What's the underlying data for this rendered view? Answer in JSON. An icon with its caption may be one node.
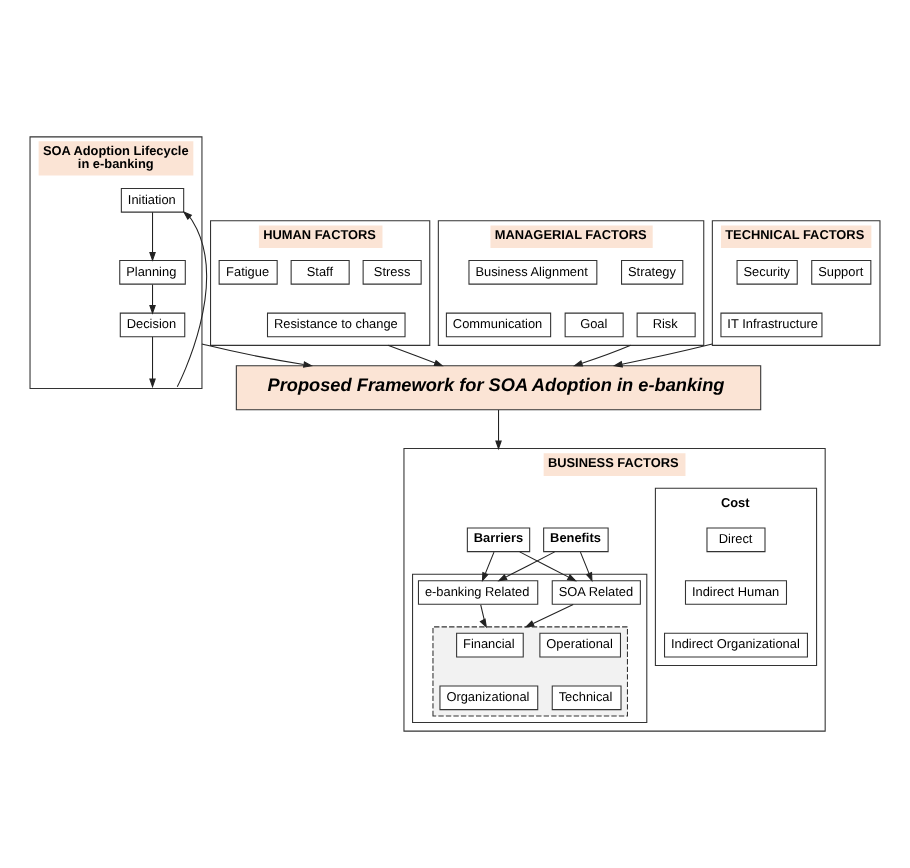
{
  "diagram": {
    "nodes": [
      {
        "text": [
          "HUMAN FACTORS"
        ]
      },
      {
        "text": [
          "Fatigue"
        ],
        "in": 0
      },
      {
        "text": [
          "Staff"
        ],
        "in": 0
      },
      {
        "text": [
          "Stress"
        ],
        "in": 0
      },
      {
        "text": [
          "Resistance to change"
        ],
        "in": 0
      },
      {
        "text": [
          "MANAGERIAL FACTORS"
        ]
      },
      {
        "text": [
          "Business Alignment"
        ],
        "in": 5
      },
      {
        "text": [
          "Strategy"
        ],
        "in": 5
      },
      {
        "text": [
          "Communication"
        ],
        "in": 5
      },
      {
        "text": [
          "Goal"
        ],
        "in": 5
      },
      {
        "text": [
          "Risk"
        ],
        "in": 5
      },
      {
        "text": [
          "TECHNICAL FACTORS"
        ]
      },
      {
        "text": [
          "Security"
        ],
        "in": 11
      },
      {
        "text": [
          "Support"
        ],
        "in": 11
      },
      {
        "text": [
          "IT Infrastructure"
        ],
        "in": 11
      },
      {
        "text": [
          "SOA Adoption Lifecycle in e-banking"
        ]
      },
      {
        "text": [
          "Initiation"
        ],
        "in": 15
      },
      {
        "text": [
          "Planning"
        ],
        "in": 15
      },
      {
        "text": [
          "Decision"
        ],
        "in": 15
      },
      {
        "text": [
          "Proposed Framework for SOA Adoption in e-banking"
        ]
      },
      {
        "text": [
          "BUSINESS FACTORS"
        ]
      },
      {
        "text": [
          "Barriers"
        ],
        "in": 20
      },
      {
        "text": [
          "Benefits"
        ],
        "in": 20
      },
      {
        "text": [],
        "shape": "box",
        "in": 20
      },
      {
        "text": [
          "e-banking Related"
        ],
        "in": 23
      },
      {
        "text": [
          "SOA Related"
        ],
        "in": 23
      },
      {
        "text": [],
        "shape": "box",
        "in": 23
      },
      {
        "text": [
          "Financial"
        ],
        "in": 26
      },
      {
        "text": [
          "Operational"
        ],
        "in": 26
      },
      {
        "text": [
          "Organizational"
        ],
        "in": 26
      },
      {
        "text": [
          "Technical"
        ],
        "in": 26
      },
      {
        "text": [
          "Cost"
        ],
        "in": 20
      },
      {
        "text": [
          "Direct"
        ],
        "in": 31
      },
      {
        "text": [
          "Indirect Human"
        ],
        "in": 31
      },
      {
        "text": [
          "Indirect Organizational"
        ],
        "in": 31
      }
    ],
    "edges": [
      {
        "from": 0,
        "to": 19,
        "arrow": "to"
      },
      {
        "from": 5,
        "to": 19,
        "arrow": "to"
      },
      {
        "from": 11,
        "to": 19,
        "arrow": "to"
      },
      {
        "from": 15,
        "to": 19,
        "arrow": "to"
      },
      {
        "from": 15,
        "to": 16,
        "arrow": "to"
      },
      {
        "from": 16,
        "to": 17,
        "arrow": "to"
      },
      {
        "from": 17,
        "to": 18,
        "arrow": "to"
      },
      {
        "from": 18,
        "to": 15,
        "arrow": "to"
      },
      {
        "from": 19,
        "to": 20,
        "arrow": "to"
      },
      {
        "from": 21,
        "to": 24,
        "arrow": "to"
      },
      {
        "from": 21,
        "to": 25,
        "arrow": "to"
      },
      {
        "from": 22,
        "to": 24,
        "arrow": "to"
      },
      {
        "from": 22,
        "to": 25,
        "arrow": "to"
      },
      {
        "from": 24,
        "to": 26,
        "arrow": "to"
      },
      {
        "from": 25,
        "to": 26,
        "arrow": "to"
      }
    ]
  }
}
